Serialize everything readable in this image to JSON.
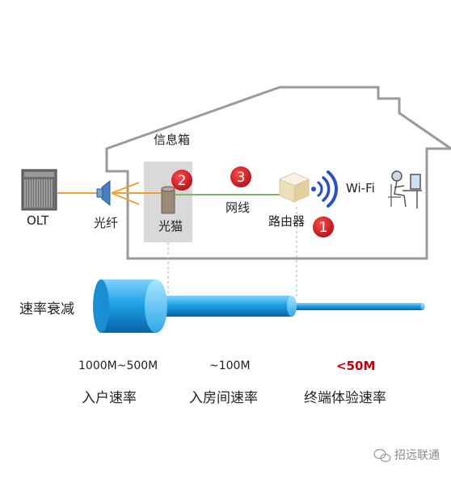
{
  "labels": {
    "info_box": "信息箱",
    "olt": "OLT",
    "fiber": "光纤",
    "modem": "光猫",
    "cable": "网线",
    "router": "路由器",
    "wifi": "Wi-Fi",
    "attenuation": "速率衰减"
  },
  "badges": [
    "2",
    "3",
    "1"
  ],
  "speeds": {
    "entry": "1000M~500M",
    "room": "~100M",
    "terminal": "<50M"
  },
  "segments": {
    "entry": "入户速率",
    "room": "入房间速率",
    "terminal": "终端体验速率"
  },
  "watermark": "招远联通",
  "colors": {
    "house_outline": "#9a9a9a",
    "fiber_line": "#f0a030",
    "cable_line": "#8ab070",
    "badge": "#c8141e",
    "pipe": "#1e9fe0",
    "wifi": "#2a4fc8",
    "terminal_speed": "#c0000d"
  }
}
